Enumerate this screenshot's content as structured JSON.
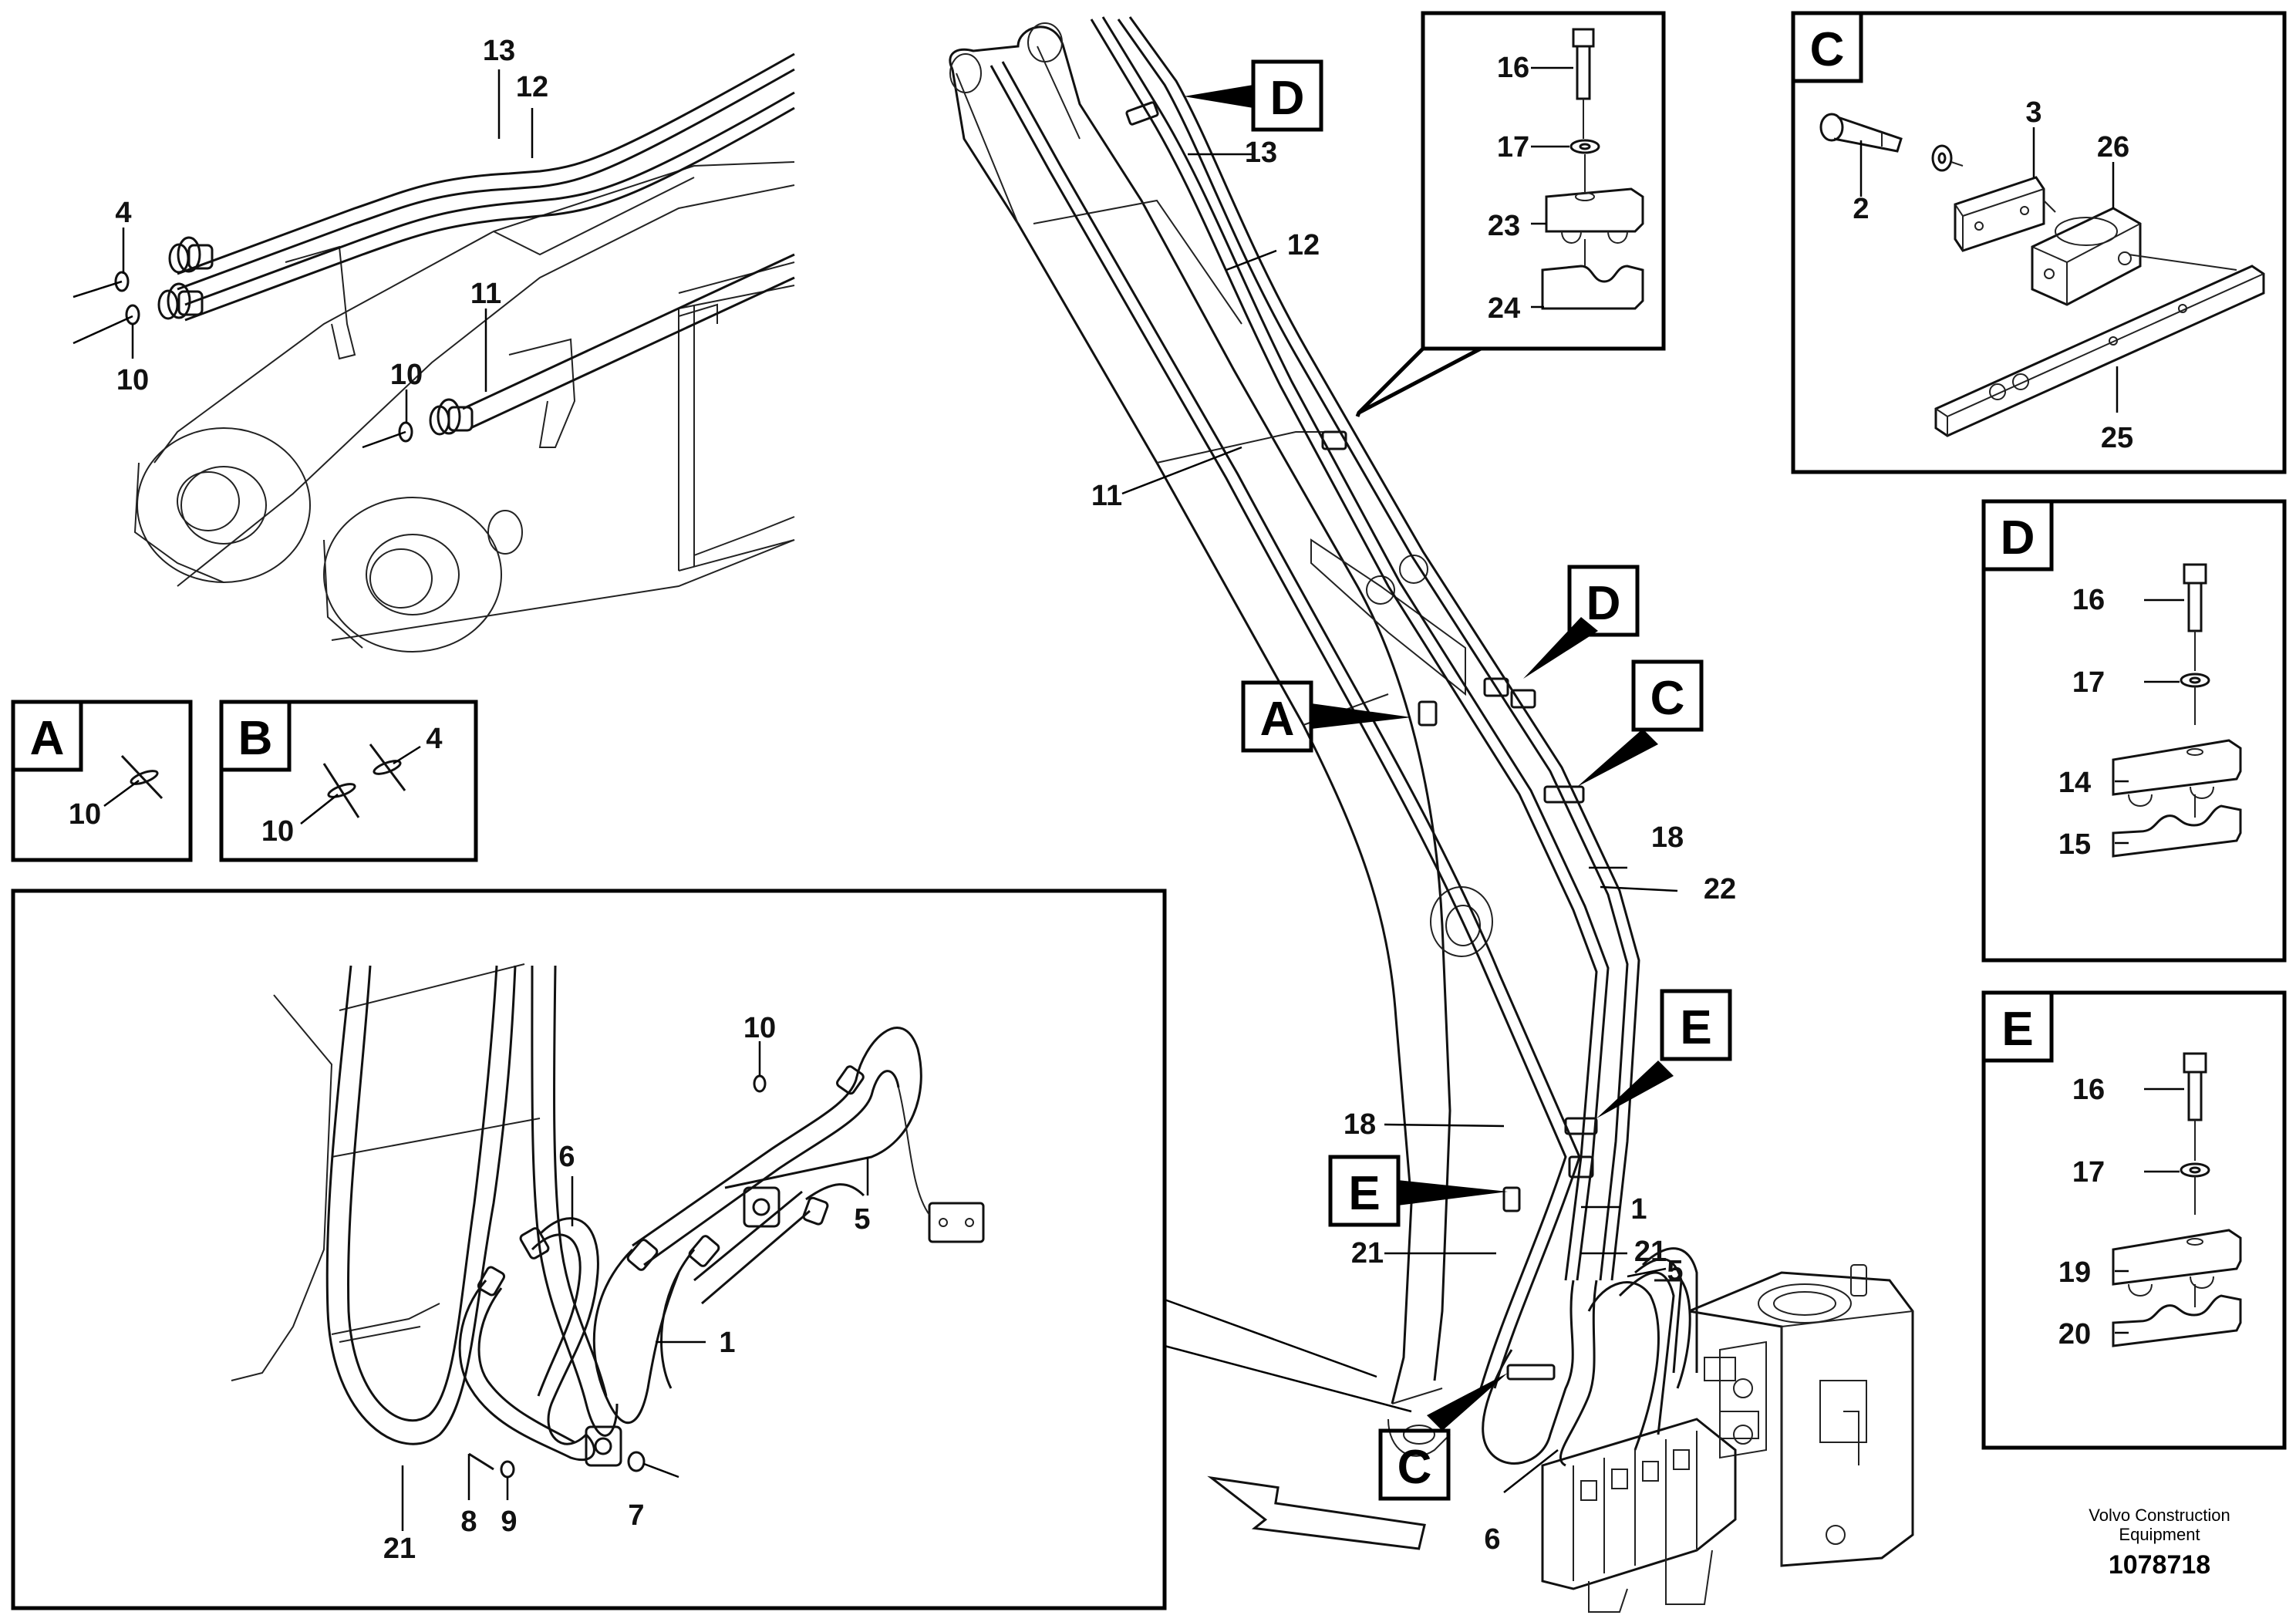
{
  "figure": {
    "footer_brand": "Volvo Construction Equipment",
    "footer_brand_line1": "Volvo Construction",
    "footer_brand_line2": "Equipment",
    "figure_number": "1078718"
  },
  "detail_tags": {
    "A": "A",
    "B": "B",
    "C": "C",
    "D": "D",
    "E": "E"
  },
  "part_numbers": {
    "p1": "1",
    "p2": "2",
    "p3": "3",
    "p4": "4",
    "p5": "5",
    "p6": "6",
    "p7": "7",
    "p8": "8",
    "p9": "9",
    "p10": "10",
    "p11": "11",
    "p12": "12",
    "p13": "13",
    "p14": "14",
    "p15": "15",
    "p16": "16",
    "p17": "17",
    "p18": "18",
    "p19": "19",
    "p20": "20",
    "p21": "21",
    "p22": "22",
    "p23": "23",
    "p24": "24",
    "p25": "25",
    "p26": "26"
  },
  "colors": {
    "line": "#111111",
    "background": "#ffffff"
  }
}
